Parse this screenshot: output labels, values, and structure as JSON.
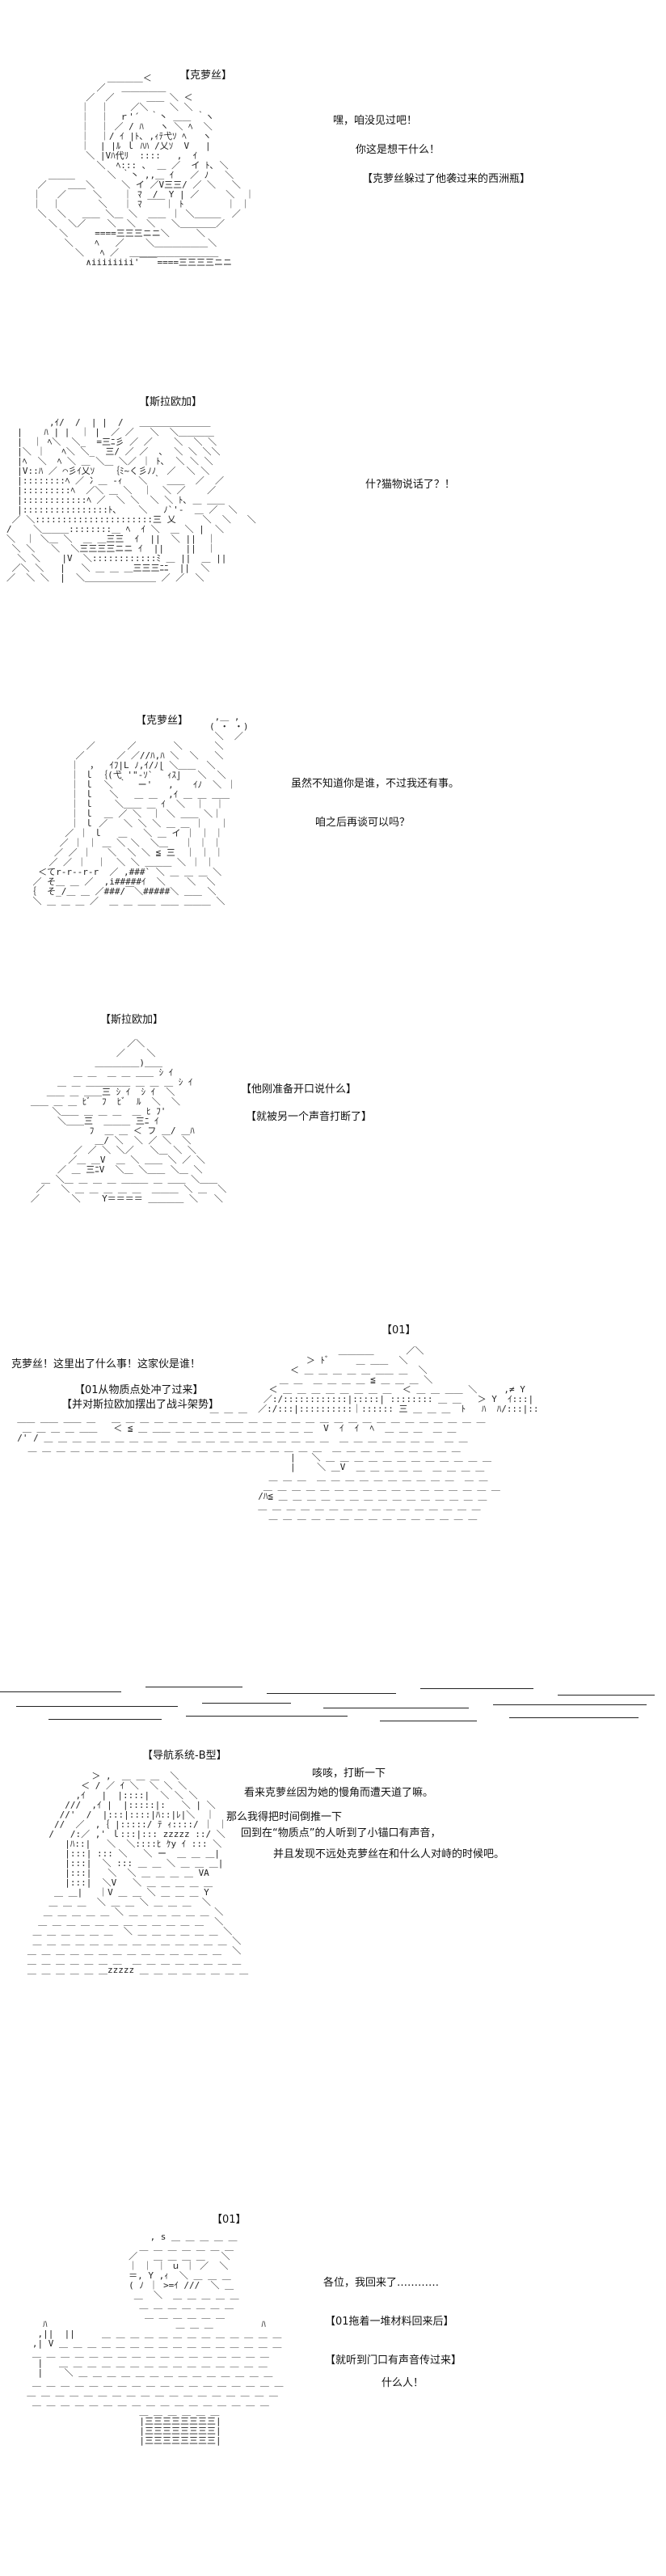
{
  "panels": [
    {
      "speaker": "【克萝丝】",
      "lines": [
        "嘿，咱没见过吧！",
        "你这是想干什么！",
        "【克萝丝躲过了他袭过来的西洲瓶】"
      ]
    },
    {
      "speaker": "【斯拉欧加】",
      "lines": [
        "什?猫物说话了？！"
      ]
    },
    {
      "speaker": "【克萝丝】",
      "lines": [
        "虽然不知道你是谁，不过我还有事。",
        "咱之后再谈可以吗？"
      ]
    },
    {
      "speaker": "【斯拉欧加】",
      "lines": [
        "【他刚准备开口说什么】",
        "【就被另一个声音打断了】"
      ]
    },
    {
      "speaker": "【01】",
      "lines": [
        "克萝丝！这里出了什么事！这家伙是谁！",
        "【01从物质点处冲了过来】",
        "【并对斯拉欧加摆出了战斗架势】"
      ]
    },
    {
      "speaker": "【导航系统-B型】",
      "lines": [
        "咳咳，打断一下",
        "看来克萝丝因为她的慢角而遭天道了嘛。",
        "那么我得把时间倒推一下",
        "回到在“物质点”的人听到了小锚口有声音，",
        "并且发现不远处克萝丝在和什么人对峙的时候吧。"
      ]
    },
    {
      "speaker": "【01】",
      "lines": [
        "各位，我回来了…………",
        "【01拖着一堆材料回来后】",
        "【就听到门口有声音传过来】",
        "什么人！"
      ]
    }
  ]
}
